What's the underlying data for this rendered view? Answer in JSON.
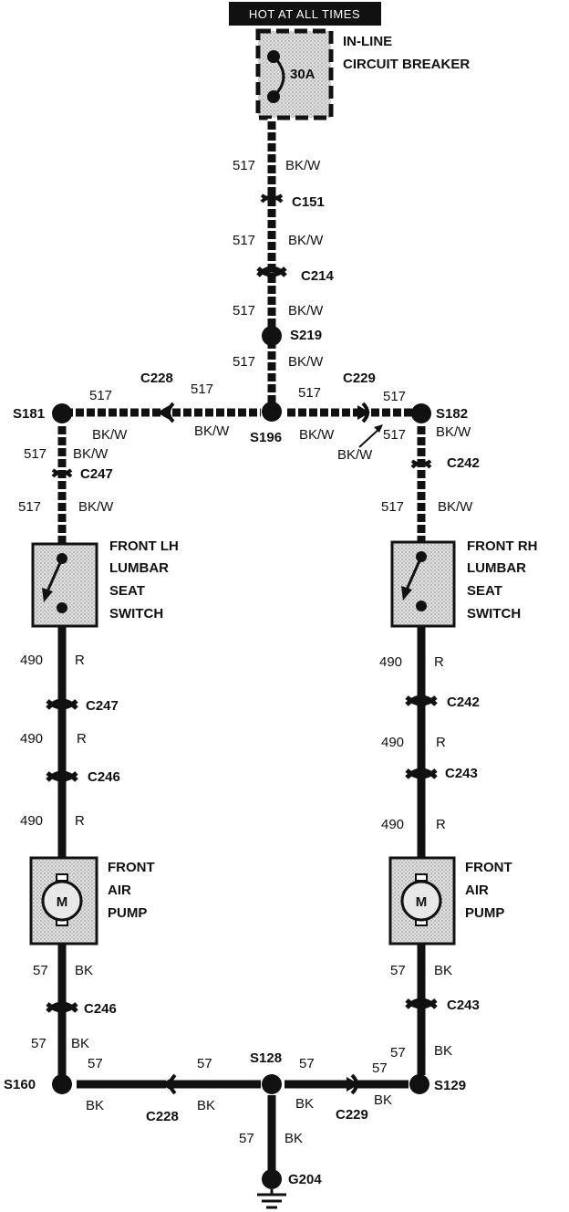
{
  "header": {
    "hot_label": "HOT AT ALL TIMES"
  },
  "breaker": {
    "rating": "30A",
    "title_line1": "IN-LINE",
    "title_line2": "CIRCUIT BREAKER"
  },
  "wires": {
    "c517": "517",
    "bkw": "BK/W",
    "c490": "490",
    "r": "R",
    "c57": "57",
    "bk": "BK"
  },
  "connectors": {
    "c151": "C151",
    "c214": "C214",
    "c228": "C228",
    "c229": "C229",
    "c247": "C247",
    "c242": "C242",
    "c246": "C246",
    "c243": "C243"
  },
  "splices": {
    "s219": "S219",
    "s196": "S196",
    "s181": "S181",
    "s182": "S182",
    "s160": "S160",
    "s128": "S128",
    "s129": "S129"
  },
  "ground": {
    "g204": "G204"
  },
  "switches": {
    "left": {
      "line1": "FRONT LH",
      "line2": "LUMBAR",
      "line3": "SEAT",
      "line4": "SWITCH"
    },
    "right": {
      "line1": "FRONT RH",
      "line2": "LUMBAR",
      "line3": "SEAT",
      "line4": "SWITCH"
    }
  },
  "pumps": {
    "motor_symbol": "M",
    "left": {
      "line1": "FRONT",
      "line2": "AIR",
      "line3": "PUMP"
    },
    "right": {
      "line1": "FRONT",
      "line2": "AIR",
      "line3": "PUMP"
    }
  },
  "colors": {
    "ink": "#111111",
    "component_fill": "#d9d9d9",
    "paper": "#ffffff"
  }
}
